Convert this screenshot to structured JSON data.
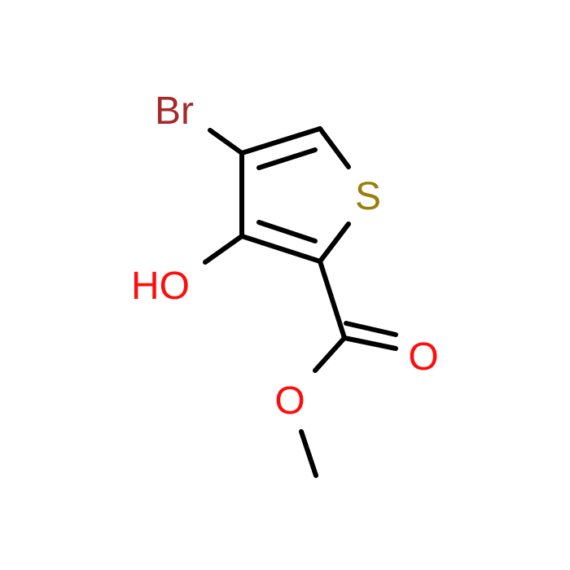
{
  "molecule": {
    "atoms": {
      "br": {
        "label": "Br",
        "color": "#a52a2a"
      },
      "s": {
        "label": "S",
        "color": "#9a7d0a"
      },
      "oh": {
        "label": "HO",
        "color": "#ff0d0d"
      },
      "carbonyl_o": {
        "label": "O",
        "color": "#ff0d0d"
      },
      "ester_o": {
        "label": "O",
        "color": "#ff0d0d"
      }
    },
    "bond_color": "#000000"
  }
}
